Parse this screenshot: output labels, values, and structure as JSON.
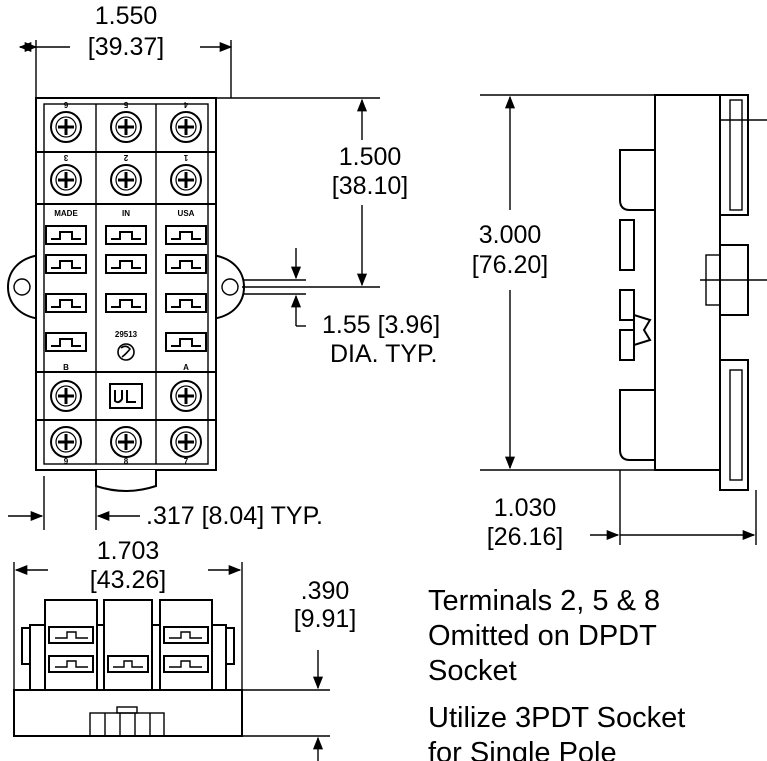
{
  "dimensions": {
    "top_width_in": "1.550",
    "top_width_mm": "[39.37]",
    "terminal_spacing_in": "1.500",
    "terminal_spacing_mm": "[38.10]",
    "height_in": "3.000",
    "height_mm": "[76.20]",
    "hole_dia": "1.55 [3.96]",
    "hole_dia_note": "DIA. TYP.",
    "pitch": ".317 [8.04] TYP.",
    "side_depth_in": "1.030",
    "side_depth_mm": "[26.16]",
    "bottom_width_in": "1.703",
    "bottom_width_mm": "[43.26]",
    "bottom_height_in": ".390",
    "bottom_height_mm": "[9.91]"
  },
  "socket_markings": {
    "row_labels": [
      "MADE",
      "IN",
      "USA"
    ],
    "top_row_numbers": [
      "6",
      "5",
      "4"
    ],
    "second_row_numbers": [
      "3",
      "2",
      "1"
    ],
    "bottom_row_numbers": [
      "9",
      "8",
      "7"
    ],
    "coil_a": "A",
    "coil_b": "B",
    "part_number": "29513"
  },
  "notes": {
    "line1": "Terminals 2, 5 & 8",
    "line2": "Omitted on DPDT",
    "line3": "Socket",
    "line4": "Utilize 3PDT Socket",
    "line5": "for Single Pole"
  }
}
